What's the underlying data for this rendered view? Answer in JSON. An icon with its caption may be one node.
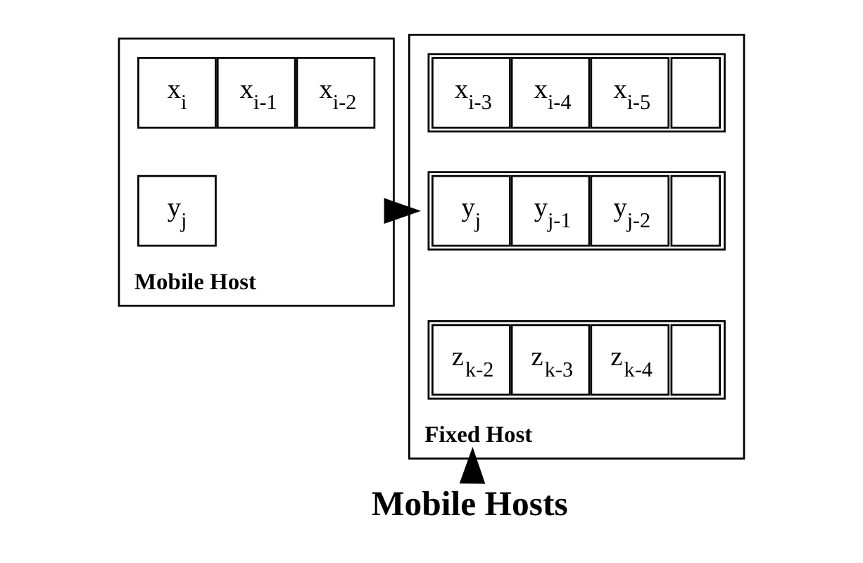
{
  "diagram": {
    "nodes": [
      {
        "text": [
          "Mobile Host"
        ]
      },
      {
        "text": [
          "x$_{i}$"
        ],
        "in": 0
      },
      {
        "text": [
          "x$_{i-1}$"
        ],
        "in": 0
      },
      {
        "text": [
          "x$_{i-2}$"
        ],
        "in": 0
      },
      {
        "text": [
          "y$_{j}$"
        ],
        "in": 0
      },
      {
        "text": [
          "Fixed Host"
        ]
      },
      {
        "text": [],
        "shape": "box",
        "in": 5
      },
      {
        "text": [
          "x$_{i-3}$"
        ],
        "in": 6
      },
      {
        "text": [
          "x$_{i-4}$"
        ],
        "in": 6
      },
      {
        "text": [
          "x$_{i-5}$"
        ],
        "in": 6
      },
      {
        "text": [],
        "shape": "box",
        "in": 6
      },
      {
        "text": [],
        "shape": "box",
        "in": 5
      },
      {
        "text": [
          "y$_{j}$"
        ],
        "in": 11
      },
      {
        "text": [
          "y$_{j-1}$"
        ],
        "in": 11
      },
      {
        "text": [
          "y$_{j-2}$"
        ],
        "in": 11
      },
      {
        "text": [],
        "shape": "box",
        "in": 11
      },
      {
        "text": [],
        "shape": "box",
        "in": 5
      },
      {
        "text": [
          "z$_{k-2}$"
        ],
        "in": 16
      },
      {
        "text": [
          "z$_{k-3}$"
        ],
        "in": 16
      },
      {
        "text": [
          "z$_{k-4}$"
        ],
        "in": 16
      },
      {
        "text": [],
        "shape": "box",
        "in": 16
      },
      {
        "text": [
          "Mobile Hosts"
        ]
      }
    ],
    "edges": [
      {
        "from": 0,
        "to": 5,
        "arrow": "to"
      },
      {
        "from": 21,
        "to": 5,
        "arrow": "to"
      }
    ]
  }
}
